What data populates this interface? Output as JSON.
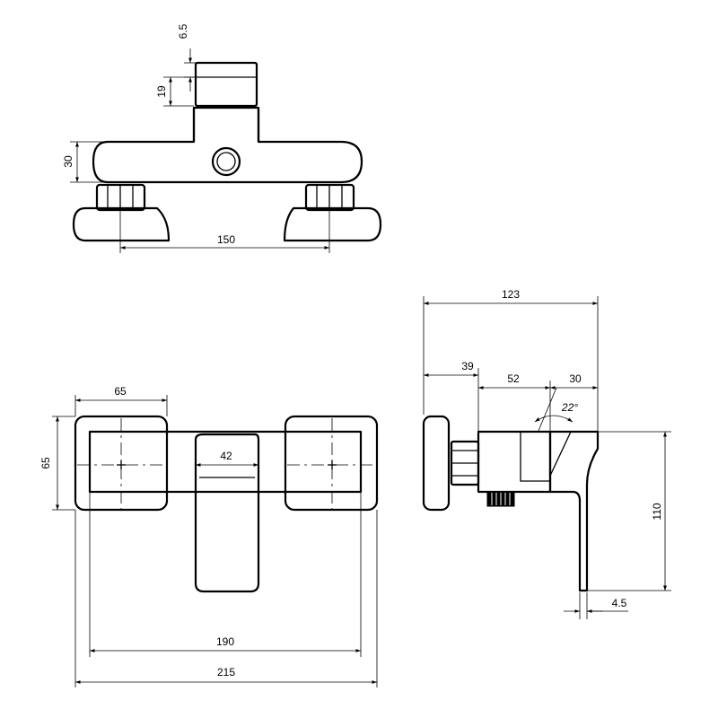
{
  "top_view": {
    "dims": {
      "d6_5": "6.5",
      "d19": "19",
      "d30": "30",
      "d150": "150"
    }
  },
  "front_view": {
    "dims": {
      "d65_w": "65",
      "d65_h": "65",
      "d42": "42",
      "d190": "190",
      "d215": "215"
    }
  },
  "side_view": {
    "dims": {
      "d123": "123",
      "d39": "39",
      "d52": "52",
      "d30": "30",
      "d22": "22°",
      "d110": "110",
      "d4_5": "4.5"
    }
  }
}
